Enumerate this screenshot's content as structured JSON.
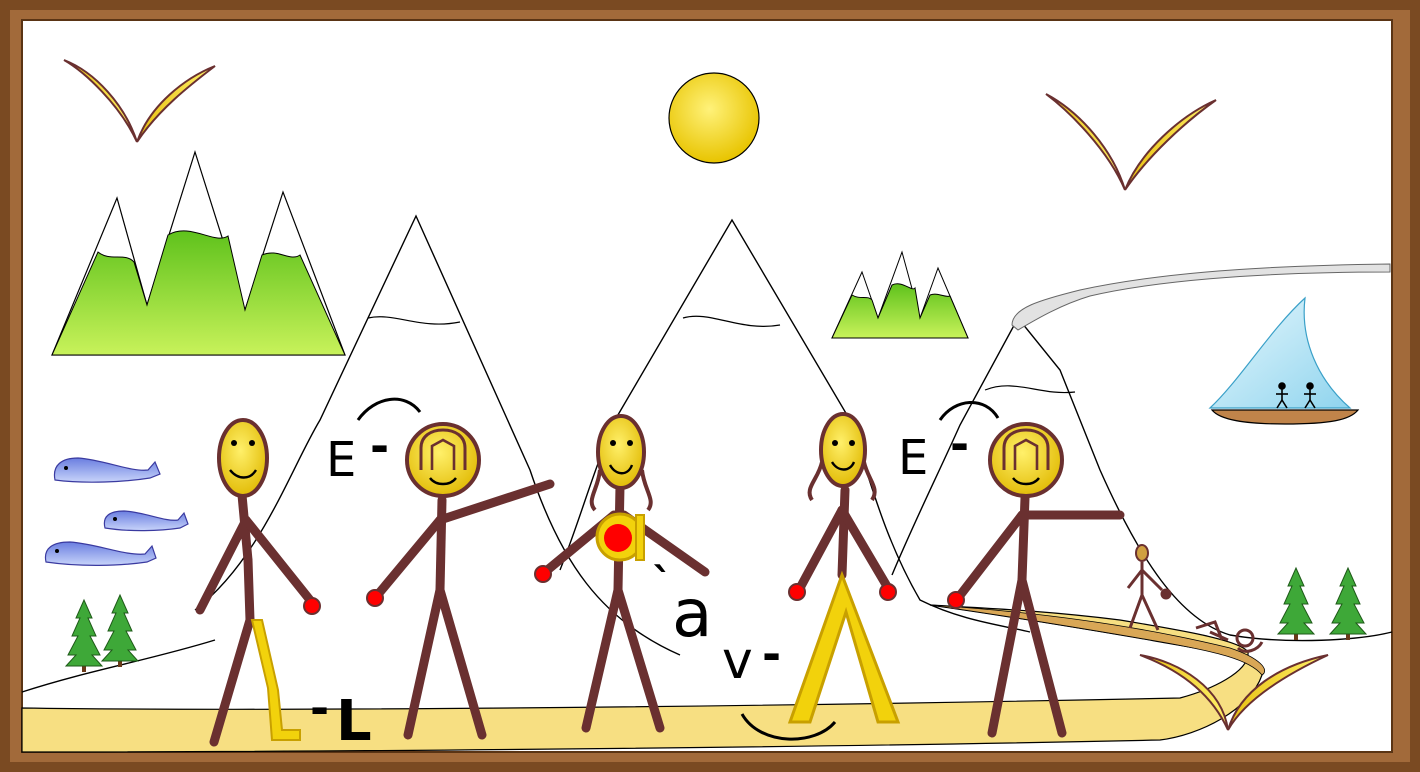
{
  "scene": {
    "labels": {
      "e_left": "E",
      "dash_e_left": "-",
      "e_right": "E",
      "dash_e_right": "-",
      "l_label": "L",
      "dash_l": "-",
      "a_label": "a",
      "dash_a": "`",
      "v_label": "v",
      "dash_v": "-"
    }
  },
  "colors": {
    "frame": "#7a4a22",
    "frame_light": "#a26a3a",
    "skin": "#f2d20c",
    "limb": "#6a3030",
    "hand": "#ff0000",
    "path": "#f7df82",
    "grass_green": "#8fd82a",
    "water_blue": "#8aa0e8",
    "sail": "#bfe8f6"
  }
}
